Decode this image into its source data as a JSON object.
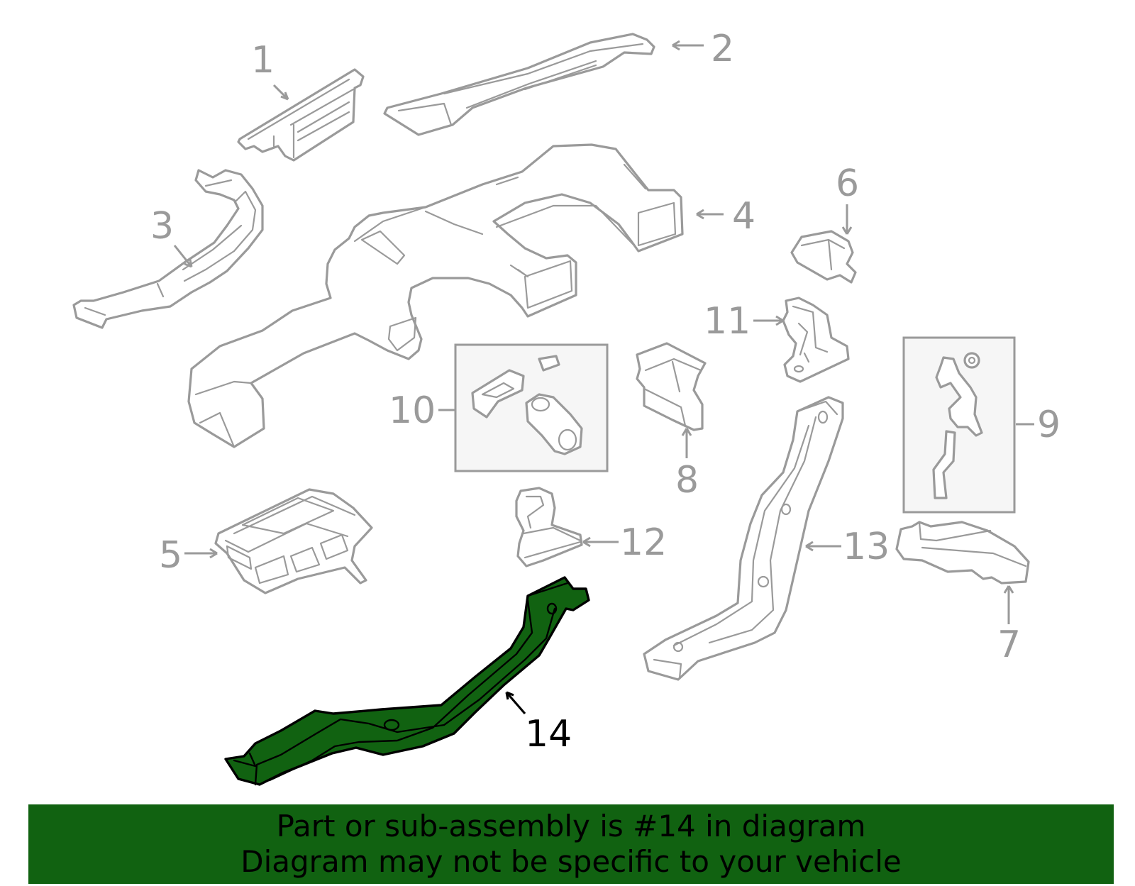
{
  "colors": {
    "part_outline": "#9a9a9a",
    "highlight_fill": "#116211",
    "highlight_outline": "#000000",
    "banner_background": "#116211",
    "banner_text": "#000000"
  },
  "highlighted_part": "14",
  "callouts": [
    {
      "id": "c1",
      "label": "1"
    },
    {
      "id": "c2",
      "label": "2"
    },
    {
      "id": "c3",
      "label": "3"
    },
    {
      "id": "c4",
      "label": "4"
    },
    {
      "id": "c5",
      "label": "5"
    },
    {
      "id": "c6",
      "label": "6"
    },
    {
      "id": "c7",
      "label": "7"
    },
    {
      "id": "c8",
      "label": "8"
    },
    {
      "id": "c9",
      "label": "9"
    },
    {
      "id": "c10",
      "label": "10"
    },
    {
      "id": "c11",
      "label": "11"
    },
    {
      "id": "c12",
      "label": "12"
    },
    {
      "id": "c13",
      "label": "13"
    },
    {
      "id": "c14",
      "label": "14"
    }
  ],
  "footer": {
    "line1": "Part or sub-assembly is #14 in diagram",
    "line2": "Diagram may not be specific to your vehicle"
  }
}
